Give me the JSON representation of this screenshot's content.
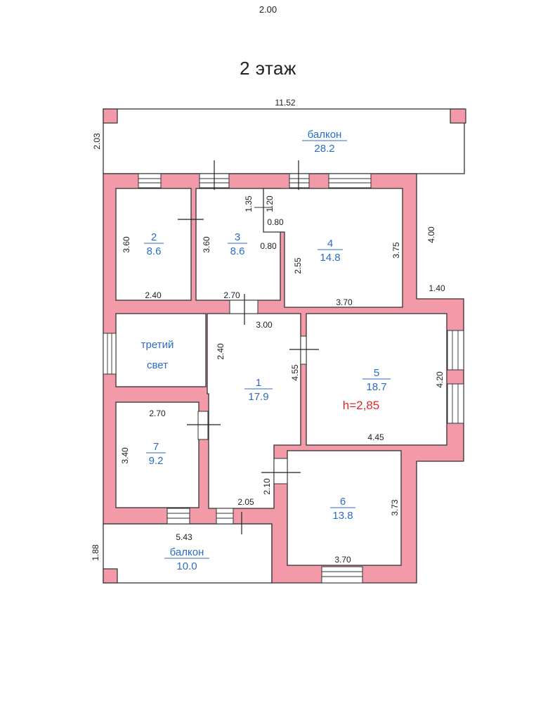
{
  "header": {
    "top_note": "2.00",
    "title": "2 этаж"
  },
  "colors": {
    "wall": "#f29aa8",
    "room_label": "#2b6cc8",
    "height_label": "#e02a2a"
  },
  "rooms": [
    {
      "id": "1",
      "area": "17.9"
    },
    {
      "id": "2",
      "area": "8.6"
    },
    {
      "id": "3",
      "area": "8.6"
    },
    {
      "id": "4",
      "area": "14.8"
    },
    {
      "id": "5",
      "area": "18.7"
    },
    {
      "id": "6",
      "area": "13.8"
    },
    {
      "id": "7",
      "area": "9.2"
    }
  ],
  "balconies": [
    {
      "label": "балкон",
      "area": "28.2"
    },
    {
      "label": "балкон",
      "area": "10.0"
    }
  ],
  "third_light": {
    "line1": "третий",
    "line2": "свет"
  },
  "ceiling_height": "h=2,85",
  "dims": {
    "overall_width": "11.52",
    "top_balcony_depth": "2.03",
    "r2_height": "3.60",
    "r2_width": "2.40",
    "r3_height": "3.60",
    "r3_width": "2.70",
    "r3_notch_w": "0.80",
    "r3_side": "0.80",
    "notch_a": "1.35",
    "notch_b": "1.20",
    "r4_left": "2.55",
    "r4_right": "3.75",
    "r4_width": "3.70",
    "right_side": "4.00",
    "right_step": "1.40",
    "r1_width": "3.00",
    "r1_left": "2.40",
    "r1_right": "4.55",
    "r5_height": "4.20",
    "r5_width": "4.45",
    "r7_width": "2.70",
    "r7_height": "3.40",
    "corridor_h": "2.10",
    "corridor_w": "2.05",
    "r6_right": "3.73",
    "r6_width": "3.70",
    "bottom_balcony_width": "5.43",
    "bottom_balcony_depth": "1.88"
  }
}
